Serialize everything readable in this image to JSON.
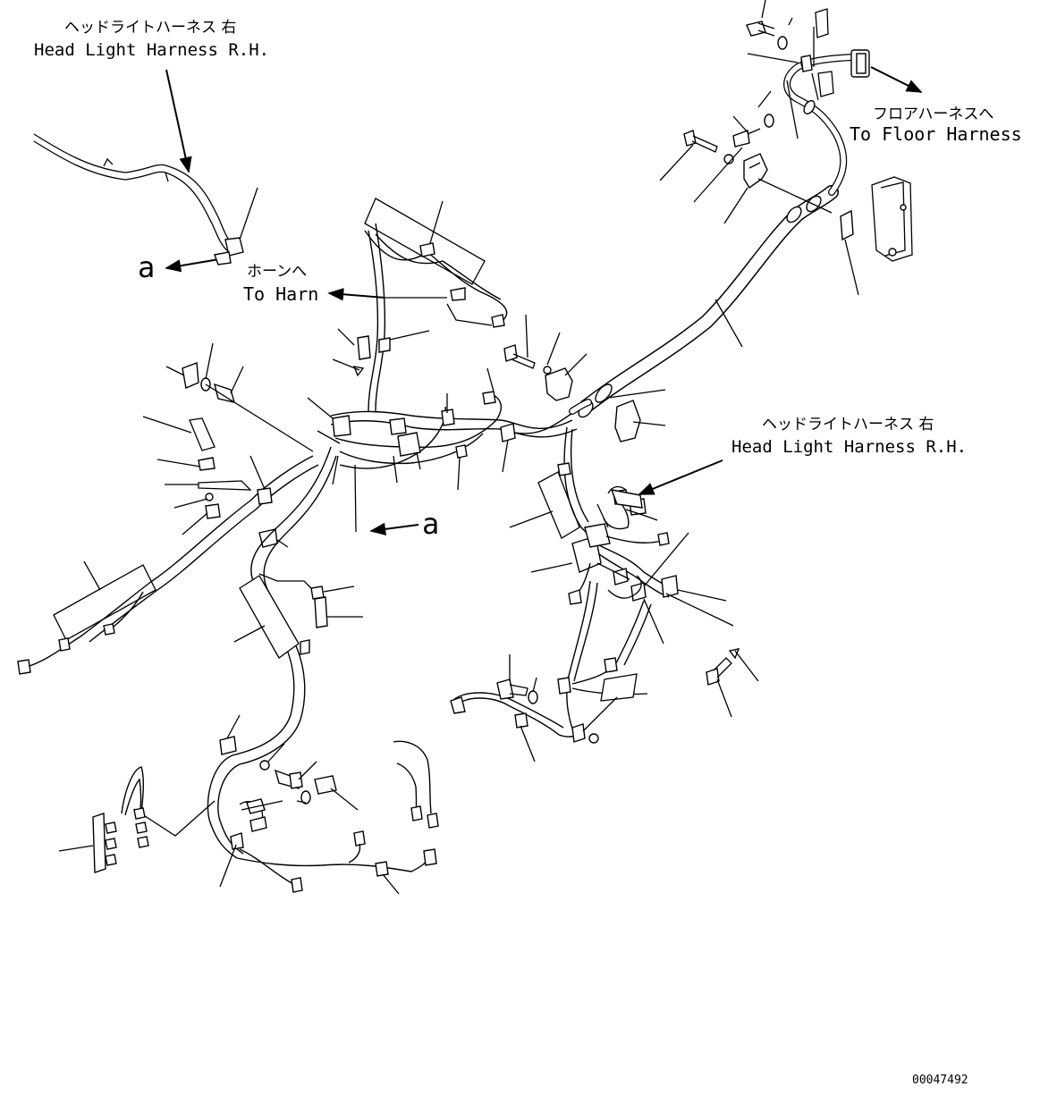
{
  "labels": {
    "head_light_rh_top_jp": "ヘッドライトハーネス 右",
    "head_light_rh_top_en": "Head Light Harness R.H.",
    "floor_harness_jp": "フロアハーネスへ",
    "floor_harness_en": "To Floor Harness",
    "horn_jp": "ホーンへ",
    "horn_en": "To Harn",
    "head_light_rh_mid_jp": "ヘッドライトハーネス 右",
    "head_light_rh_mid_en": "Head Light Harness R.H.",
    "ref_a_top": "a",
    "ref_a_center": "a",
    "drawing_number": "00047492"
  },
  "colors": {
    "line": "#000000",
    "background": "#ffffff"
  }
}
